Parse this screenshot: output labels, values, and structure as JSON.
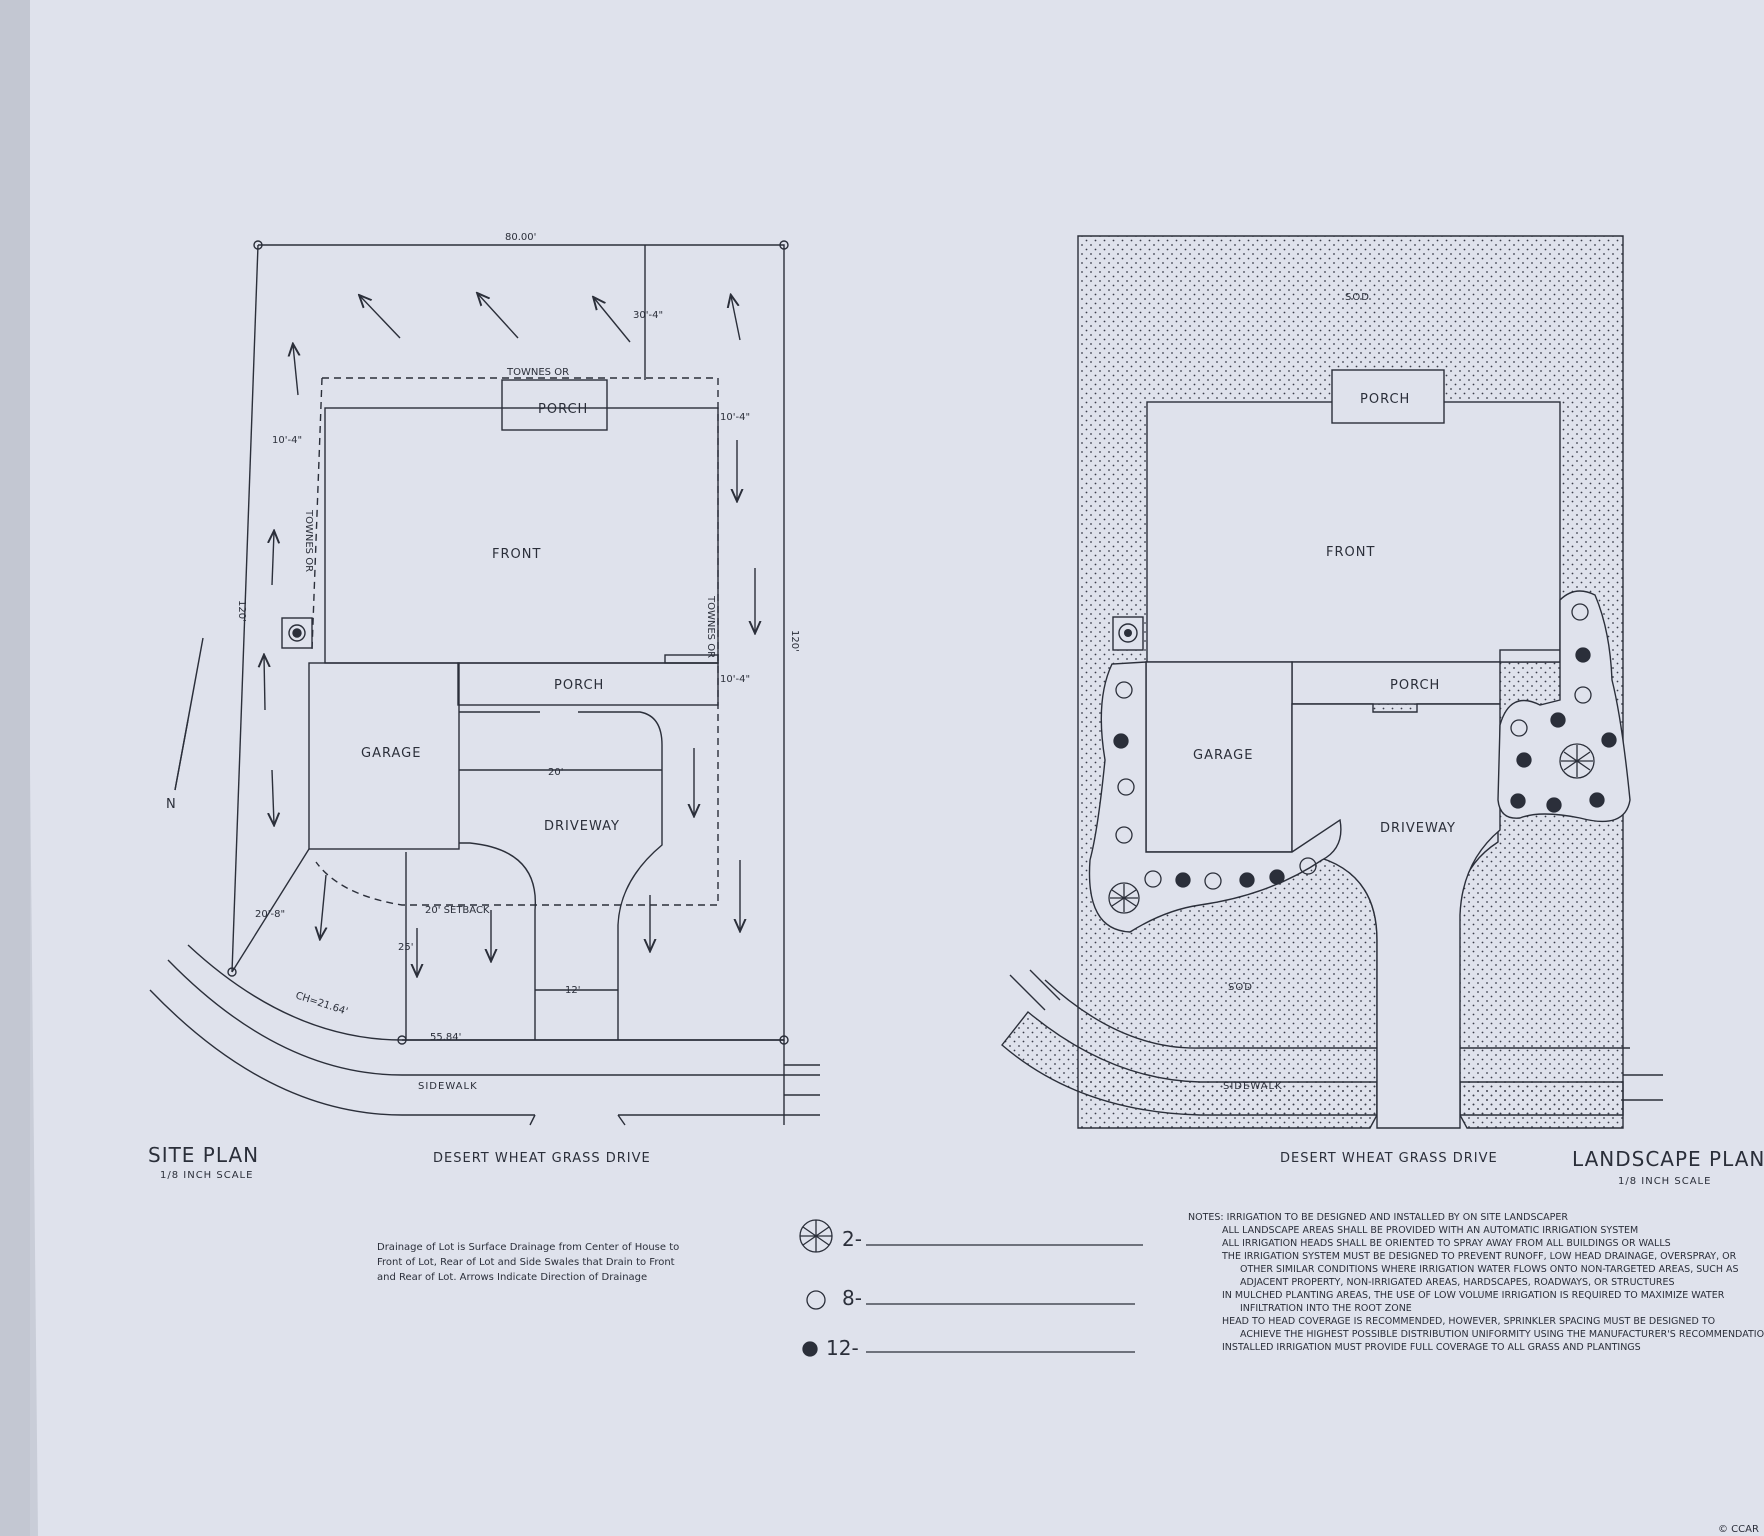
{
  "colors": {
    "paper": "#dfe2ec",
    "ink": "#2b2f3a",
    "background": "#c9cdd8"
  },
  "site_plan": {
    "title": "SITE PLAN",
    "scale": "1/8 INCH SCALE",
    "street": "DESERT WHEAT GRASS DRIVE",
    "porch_top": "PORCH",
    "house": "FRONT",
    "porch_front": "PORCH",
    "garage": "GARAGE",
    "driveway": "DRIVEWAY",
    "sidewalk": "SIDEWALK",
    "north": "N",
    "setback": "20' SETBACK",
    "dimensions": {
      "top": "80.00'",
      "rear_setback": "30'-4\"",
      "right_side": "10'-4\"",
      "left_side": "10'-4\"",
      "right_lower": "10'-4\"",
      "left_lot": "120'",
      "right_lot": "120'",
      "front_corner": "20'-8\"",
      "driveway_width": "20'",
      "driveway_depth": "25'",
      "apron": "12'",
      "arc_chord": "CH=21.64'",
      "front_line": "55.84'",
      "house_width": "TOWNES OR",
      "house_left": "TOWNES OR",
      "house_right": "TOWNES OR"
    },
    "drainage_note": [
      "Drainage of Lot is Surface Drainage from Center of House to",
      "Front of Lot, Rear of Lot and Side Swales that Drain to Front",
      "and Rear of Lot.  Arrows Indicate Direction of Drainage"
    ]
  },
  "landscape_plan": {
    "title": "LANDSCAPE PLAN",
    "scale": "1/8 INCH SCALE",
    "street": "DESERT WHEAT GRASS DRIVE",
    "porch_top": "PORCH",
    "house": "FRONT",
    "porch_front": "PORCH",
    "garage": "GARAGE",
    "driveway": "DRIVEWAY",
    "sidewalk": "SIDEWALK",
    "sod_top": "SOD",
    "sod_front": "SOD"
  },
  "legend": [
    {
      "symbol": "tree-icon",
      "count": "2-"
    },
    {
      "symbol": "open-shrub-icon",
      "count": "8-"
    },
    {
      "symbol": "filled-shrub-icon",
      "count": "12-"
    }
  ],
  "notes": [
    "NOTES: IRRIGATION TO BE DESIGNED AND INSTALLED BY ON SITE LANDSCAPER",
    "ALL LANDSCAPE AREAS SHALL BE PROVIDED WITH AN AUTOMATIC IRRIGATION SYSTEM",
    "ALL IRRIGATION HEADS SHALL BE ORIENTED TO SPRAY AWAY FROM ALL BUILDINGS OR WALLS",
    "THE IRRIGATION SYSTEM MUST BE DESIGNED TO PREVENT RUNOFF, LOW HEAD DRAINAGE, OVERSPRAY, OR",
    "OTHER SIMILAR CONDITIONS WHERE IRRIGATION WATER FLOWS ONTO NON-TARGETED AREAS, SUCH AS",
    "ADJACENT PROPERTY, NON-IRRIGATED AREAS, HARDSCAPES, ROADWAYS, OR STRUCTURES",
    "IN MULCHED PLANTING AREAS, THE USE OF LOW VOLUME IRRIGATION IS REQUIRED TO MAXIMIZE WATER",
    "INFILTRATION INTO THE ROOT ZONE",
    "HEAD TO HEAD COVERAGE IS RECOMMENDED, HOWEVER, SPRINKLER SPACING MUST BE DESIGNED TO",
    "ACHIEVE THE HIGHEST POSSIBLE DISTRIBUTION UNIFORMITY USING THE MANUFACTURER'S RECOMMENDATIONS",
    "INSTALLED IRRIGATION MUST PROVIDE FULL COVERAGE TO ALL GRASS AND PLANTINGS"
  ],
  "watermark": "© CCAR"
}
